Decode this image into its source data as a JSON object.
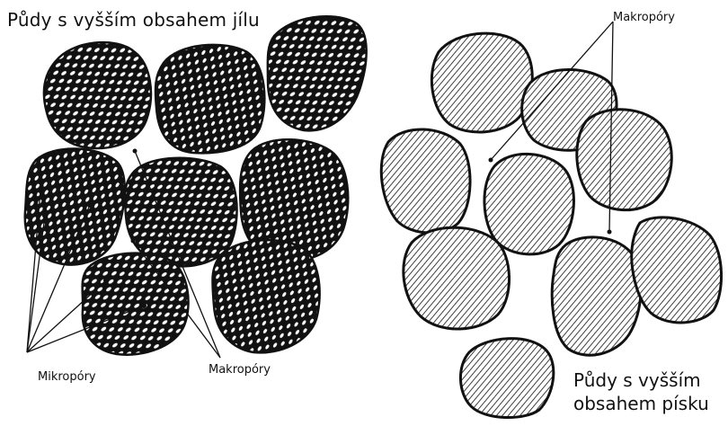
{
  "left_panel": {
    "title": "Půdy s vyšším obsahem jílu",
    "micropores_label": "Mikropóry",
    "macropores_label": "Makropóry"
  },
  "right_panel": {
    "title_line1": "Půdy s vyšším",
    "title_line2": "obsahem písku",
    "macropores_label": "Makropóry"
  },
  "colors": {
    "ink": "#111111",
    "background": "#ffffff",
    "speckle_fill": "#ffffff"
  }
}
